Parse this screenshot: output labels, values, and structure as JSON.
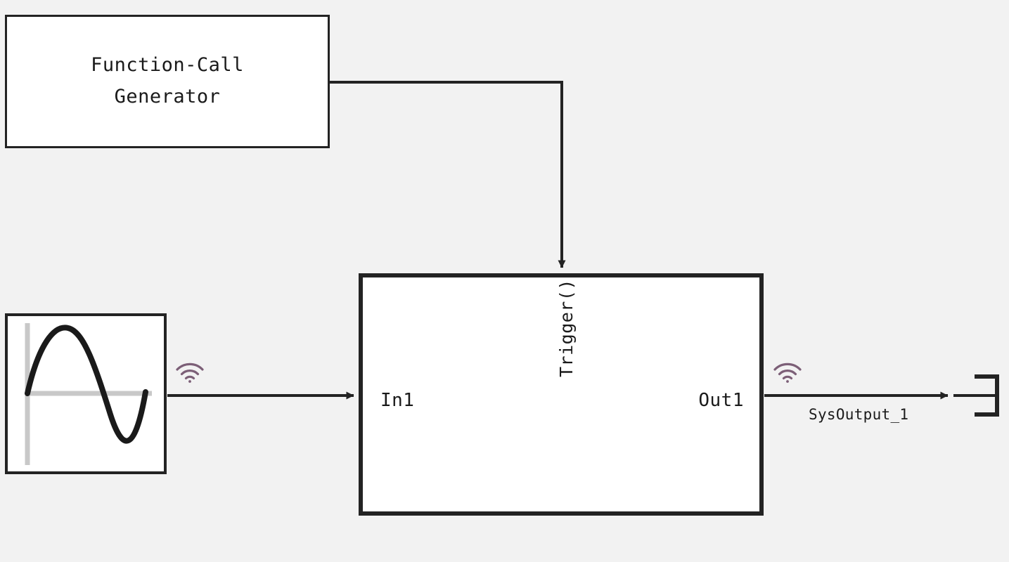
{
  "diagram": {
    "type": "simulink-block-diagram",
    "background_color": "#f2f2f2",
    "line_color": "#232323",
    "signal_icon_color": "#7c5f77"
  },
  "blocks": {
    "function_call_generator": {
      "label": "Function-Call\nGenerator",
      "border_color": "#232323",
      "fill_color": "#ffffff"
    },
    "sine_wave_source": {
      "label": "",
      "icon": "sine-wave-icon",
      "axis_color": "#c8c8c8",
      "curve_color": "#1a1a1a",
      "fill_color": "#ffffff"
    },
    "triggered_subsystem": {
      "input_port_label": "In1",
      "output_port_label": "Out1",
      "trigger_label": "Trigger()",
      "border_color": "#232323",
      "fill_color": "#ffffff"
    },
    "output_port": {
      "icon": "output-port-bracket-icon"
    }
  },
  "signals": {
    "output_signal_name": "SysOutput_1",
    "input_signal_icon": "wifi-broadcast-icon",
    "output_signal_icon": "wifi-broadcast-icon"
  }
}
